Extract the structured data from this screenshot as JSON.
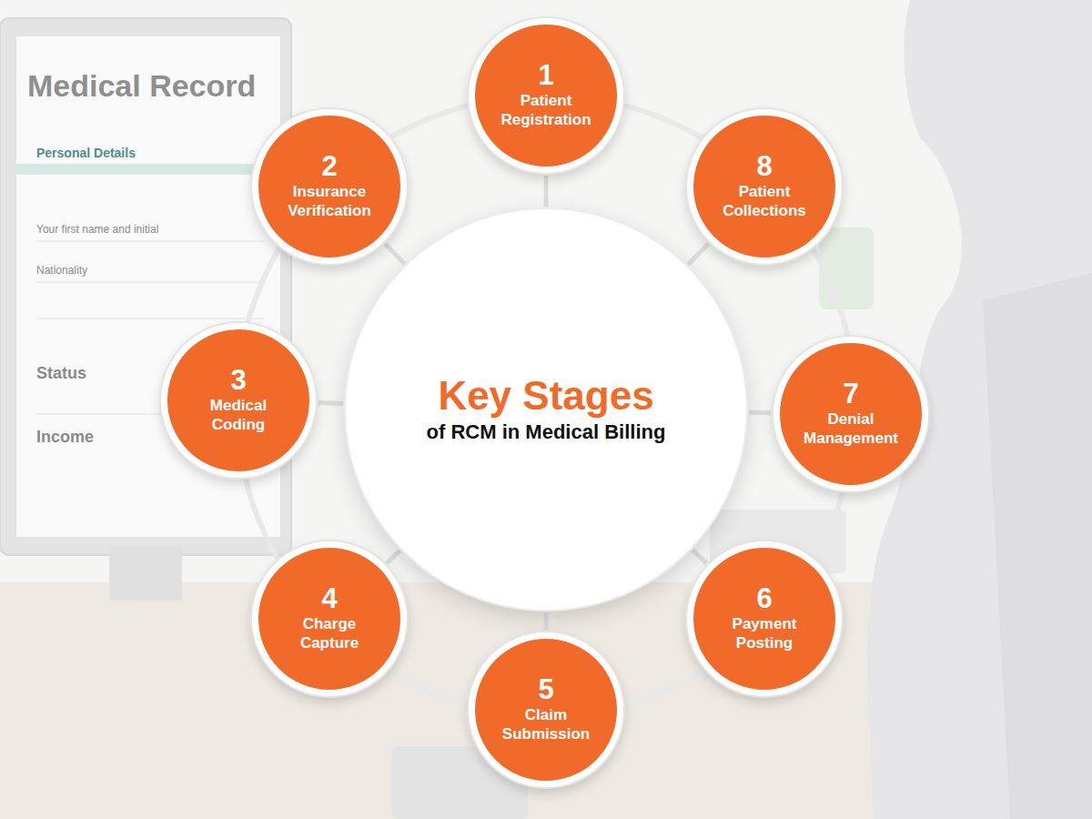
{
  "diagram": {
    "nodes": [
      {
        "text": [
          "Key Stages",
          "of RCM in Medical Billing"
        ]
      },
      {
        "text": [
          "1",
          "Patient Registration"
        ]
      },
      {
        "text": [
          "2",
          "Insurance Verification"
        ]
      },
      {
        "text": [
          "3",
          "Medical Coding"
        ]
      },
      {
        "text": [
          "4",
          "Charge Capture"
        ]
      },
      {
        "text": [
          "5",
          "Claim Submission"
        ]
      },
      {
        "text": [
          "6",
          "Payment Posting"
        ]
      },
      {
        "text": [
          "7",
          "Denial Management"
        ]
      },
      {
        "text": [
          "8",
          "Patient Collections"
        ]
      }
    ],
    "edges": [
      {
        "from": 0,
        "to": 1,
        "arrow": "none"
      },
      {
        "from": 0,
        "to": 2,
        "arrow": "none"
      },
      {
        "from": 0,
        "to": 3,
        "arrow": "none"
      },
      {
        "from": 0,
        "to": 4,
        "arrow": "none"
      },
      {
        "from": 0,
        "to": 5,
        "arrow": "none"
      },
      {
        "from": 0,
        "to": 6,
        "arrow": "none"
      },
      {
        "from": 0,
        "to": 7,
        "arrow": "none"
      },
      {
        "from": 0,
        "to": 8,
        "arrow": "none"
      }
    ],
    "labels": [
      "Medical Record",
      "Personal Details",
      "Your first name and initial",
      "Nationality",
      "Status",
      "Income"
    ]
  }
}
